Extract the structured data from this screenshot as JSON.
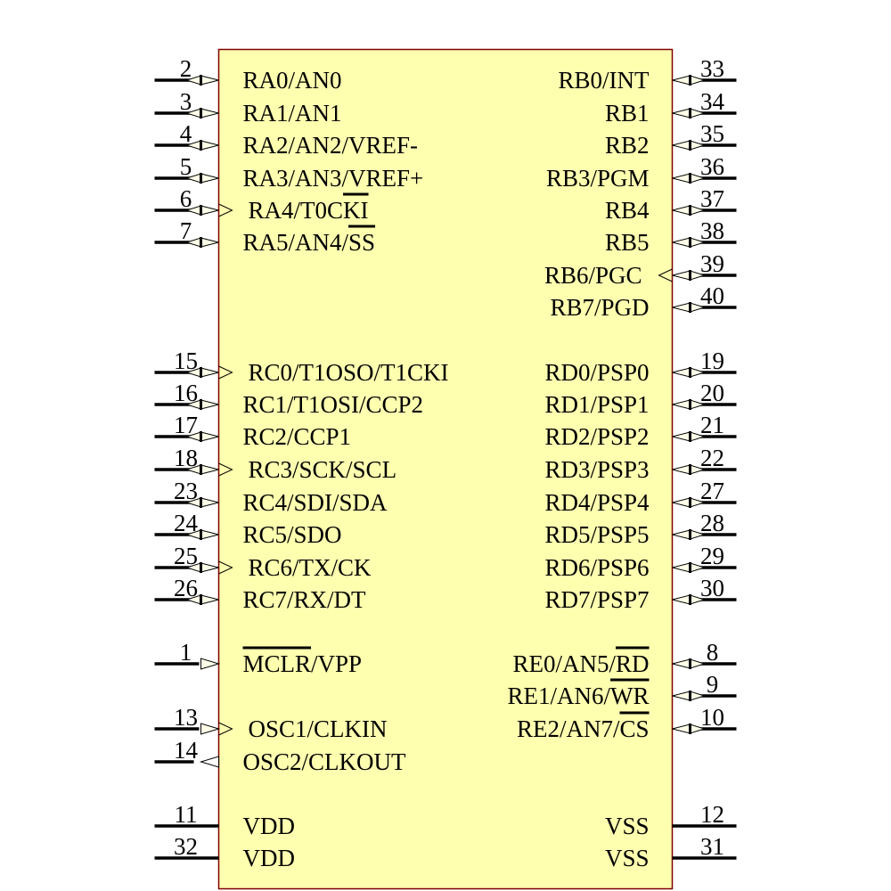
{
  "component": {
    "body_fill": "#FFFFB0",
    "body_stroke": "#800000",
    "pin_color": "#000000",
    "arrow_fill": "#FFFFE8"
  },
  "left_pins": [
    {
      "num": "2",
      "name": "RA0/AN0",
      "type": "bidir",
      "overbar": ""
    },
    {
      "num": "3",
      "name": "RA1/AN1",
      "type": "bidir",
      "overbar": ""
    },
    {
      "num": "4",
      "name": "RA2/AN2/VREF-",
      "type": "bidir",
      "overbar": ""
    },
    {
      "num": "5",
      "name": "RA3/AN3/VREF+",
      "type": "bidir",
      "overbar": ""
    },
    {
      "num": "6",
      "name": "RA4/T0CKI",
      "type": "bidir-clock",
      "overbar": "KI"
    },
    {
      "num": "7",
      "name": "RA5/AN4/SS",
      "type": "bidir",
      "overbar": "SS"
    },
    {
      "num": "15",
      "name": "RC0/T1OSO/T1CKI",
      "type": "bidir-clock",
      "overbar": ""
    },
    {
      "num": "16",
      "name": "RC1/T1OSI/CCP2",
      "type": "bidir",
      "overbar": ""
    },
    {
      "num": "17",
      "name": "RC2/CCP1",
      "type": "bidir",
      "overbar": ""
    },
    {
      "num": "18",
      "name": "RC3/SCK/SCL",
      "type": "bidir-clock",
      "overbar": ""
    },
    {
      "num": "23",
      "name": "RC4/SDI/SDA",
      "type": "bidir",
      "overbar": ""
    },
    {
      "num": "24",
      "name": "RC5/SDO",
      "type": "bidir",
      "overbar": ""
    },
    {
      "num": "25",
      "name": "RC6/TX/CK",
      "type": "bidir-clock",
      "overbar": ""
    },
    {
      "num": "26",
      "name": "RC7/RX/DT",
      "type": "bidir",
      "overbar": ""
    },
    {
      "num": "1",
      "name": "MCLR/VPP",
      "type": "input",
      "overbar": "MCLR"
    },
    {
      "num": "13",
      "name": "OSC1/CLKIN",
      "type": "input-clock",
      "overbar": ""
    },
    {
      "num": "14",
      "name": "OSC2/CLKOUT",
      "type": "output",
      "overbar": ""
    },
    {
      "num": "11",
      "name": "VDD",
      "type": "power",
      "overbar": ""
    },
    {
      "num": "32",
      "name": "VDD",
      "type": "power",
      "overbar": ""
    }
  ],
  "right_pins": [
    {
      "num": "33",
      "name": "RB0/INT",
      "type": "bidir",
      "overbar": ""
    },
    {
      "num": "34",
      "name": "RB1",
      "type": "bidir",
      "overbar": ""
    },
    {
      "num": "35",
      "name": "RB2",
      "type": "bidir",
      "overbar": ""
    },
    {
      "num": "36",
      "name": "RB3/PGM",
      "type": "bidir",
      "overbar": ""
    },
    {
      "num": "37",
      "name": "RB4",
      "type": "bidir",
      "overbar": ""
    },
    {
      "num": "38",
      "name": "RB5",
      "type": "bidir",
      "overbar": ""
    },
    {
      "num": "39",
      "name": "RB6/PGC",
      "type": "bidir-clock",
      "overbar": ""
    },
    {
      "num": "40",
      "name": "RB7/PGD",
      "type": "bidir",
      "overbar": ""
    },
    {
      "num": "19",
      "name": "RD0/PSP0",
      "type": "bidir",
      "overbar": ""
    },
    {
      "num": "20",
      "name": "RD1/PSP1",
      "type": "bidir",
      "overbar": ""
    },
    {
      "num": "21",
      "name": "RD2/PSP2",
      "type": "bidir",
      "overbar": ""
    },
    {
      "num": "22",
      "name": "RD3/PSP3",
      "type": "bidir",
      "overbar": ""
    },
    {
      "num": "27",
      "name": "RD4/PSP4",
      "type": "bidir",
      "overbar": ""
    },
    {
      "num": "28",
      "name": "RD5/PSP5",
      "type": "bidir",
      "overbar": ""
    },
    {
      "num": "29",
      "name": "RD6/PSP6",
      "type": "bidir",
      "overbar": ""
    },
    {
      "num": "30",
      "name": "RD7/PSP7",
      "type": "bidir",
      "overbar": ""
    },
    {
      "num": "8",
      "name": "RE0/AN5/RD",
      "type": "bidir",
      "overbar": "RD"
    },
    {
      "num": "9",
      "name": "RE1/AN6/WR",
      "type": "bidir",
      "overbar": "WR"
    },
    {
      "num": "10",
      "name": "RE2/AN7/CS",
      "type": "bidir",
      "overbar": "CS"
    },
    {
      "num": "12",
      "name": "VSS",
      "type": "power",
      "overbar": ""
    },
    {
      "num": "31",
      "name": "VSS",
      "type": "power",
      "overbar": ""
    }
  ]
}
